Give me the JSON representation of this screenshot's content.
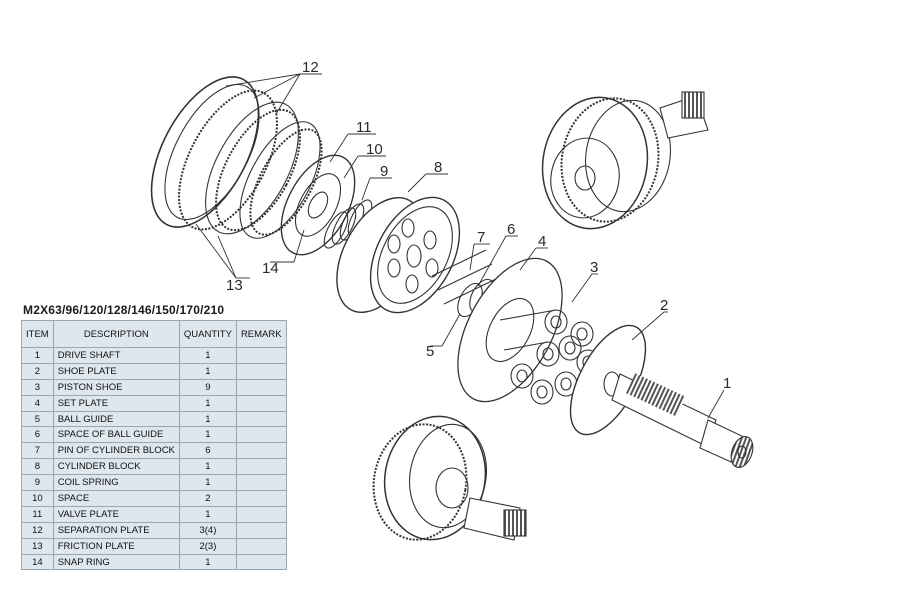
{
  "model_code": "M2X63/96/120/128/146/150/170/210",
  "table": {
    "headers": {
      "item": "ITEM",
      "description": "DESCRIPTION",
      "quantity": "QUANTITY",
      "remark": "REMARK"
    },
    "rows": [
      {
        "item": "1",
        "description": "DRIVE SHAFT",
        "quantity": "1",
        "remark": ""
      },
      {
        "item": "2",
        "description": "SHOE PLATE",
        "quantity": "1",
        "remark": ""
      },
      {
        "item": "3",
        "description": "PISTON SHOE",
        "quantity": "9",
        "remark": ""
      },
      {
        "item": "4",
        "description": "SET PLATE",
        "quantity": "1",
        "remark": ""
      },
      {
        "item": "5",
        "description": "BALL GUIDE",
        "quantity": "1",
        "remark": ""
      },
      {
        "item": "6",
        "description": "SPACE OF BALL GUIDE",
        "quantity": "1",
        "remark": ""
      },
      {
        "item": "7",
        "description": "PIN OF CYLINDER BLOCK",
        "quantity": "6",
        "remark": ""
      },
      {
        "item": "8",
        "description": "CYLINDER BLOCK",
        "quantity": "1",
        "remark": ""
      },
      {
        "item": "9",
        "description": "COIL SPRING",
        "quantity": "1",
        "remark": ""
      },
      {
        "item": "10",
        "description": "SPACE",
        "quantity": "2",
        "remark": ""
      },
      {
        "item": "11",
        "description": "VALVE PLATE",
        "quantity": "1",
        "remark": ""
      },
      {
        "item": "12",
        "description": "SEPARATION PLATE",
        "quantity": "3(4)",
        "remark": ""
      },
      {
        "item": "13",
        "description": "FRICTION PLATE",
        "quantity": "2(3)",
        "remark": ""
      },
      {
        "item": "14",
        "description": "SNAP RING",
        "quantity": "1",
        "remark": ""
      }
    ]
  },
  "callouts": [
    "1",
    "2",
    "3",
    "4",
    "5",
    "6",
    "7",
    "8",
    "9",
    "10",
    "11",
    "12",
    "13",
    "14"
  ]
}
